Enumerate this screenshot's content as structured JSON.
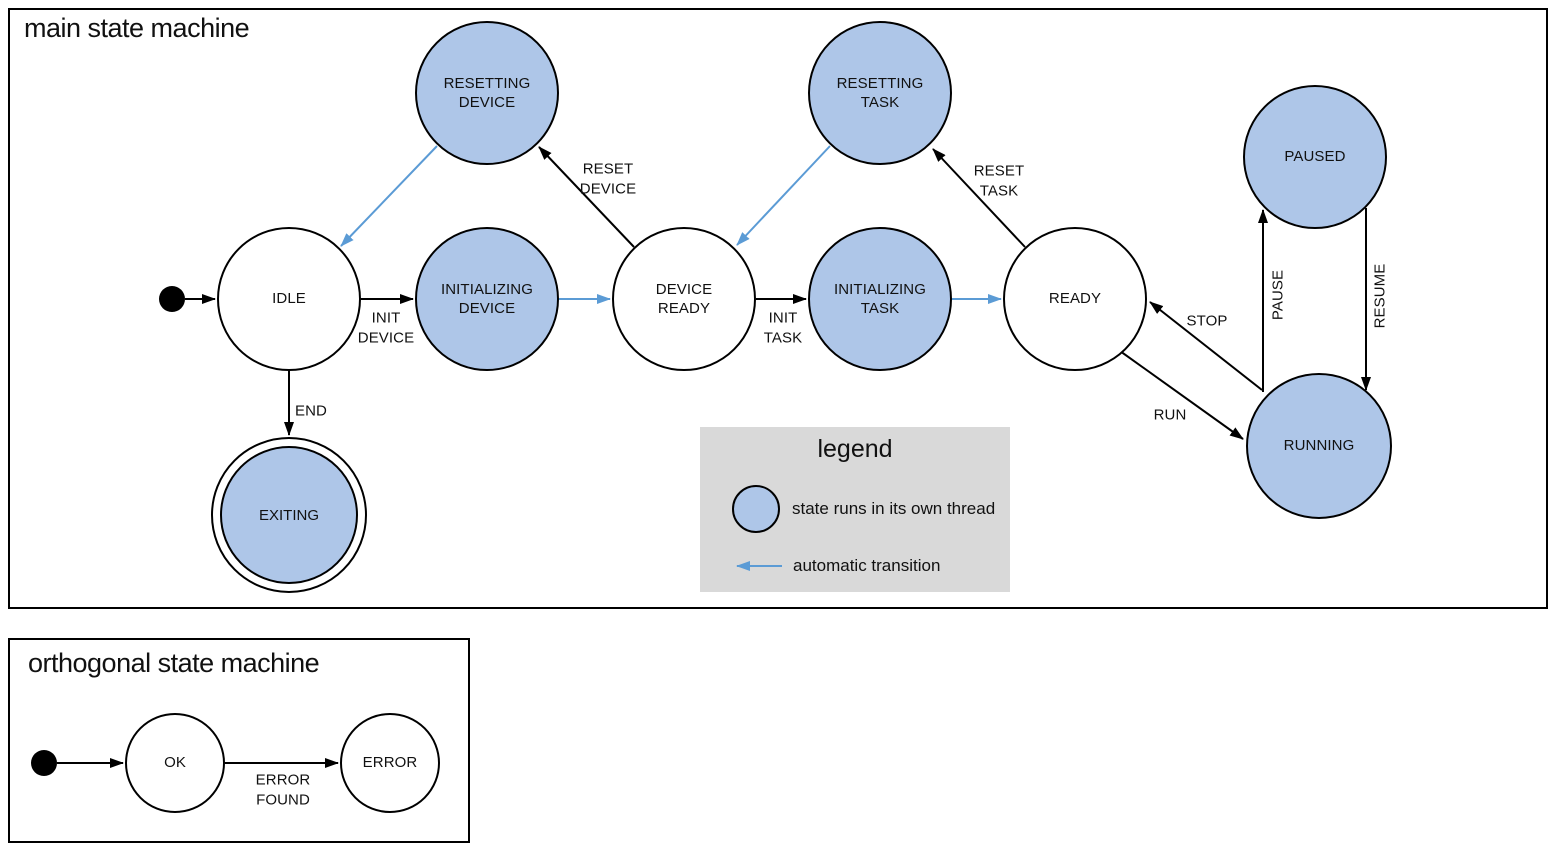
{
  "main": {
    "title": "main state machine",
    "states": {
      "resetting_device": "RESETTING\nDEVICE",
      "resetting_task": "RESETTING\nTASK",
      "paused": "PAUSED",
      "idle": "IDLE",
      "initializing_device": "INITIALIZING\nDEVICE",
      "device_ready": "DEVICE\nREADY",
      "initializing_task": "INITIALIZING\nTASK",
      "ready": "READY",
      "running": "RUNNING",
      "exiting": "EXITING"
    },
    "transitions": {
      "init_device": "INIT\nDEVICE",
      "reset_device": "RESET\nDEVICE",
      "init_task": "INIT\nTASK",
      "reset_task": "RESET\nTASK",
      "stop": "STOP",
      "run": "RUN",
      "pause": "PAUSE",
      "resume": "RESUME",
      "end": "END"
    }
  },
  "legend": {
    "title": "legend",
    "thread_label": "state runs in its own thread",
    "auto_label": "automatic transition"
  },
  "orthogonal": {
    "title": "orthogonal state machine",
    "states": {
      "ok": "OK",
      "error": "ERROR"
    },
    "transitions": {
      "error_found": "ERROR\nFOUND"
    }
  },
  "colors": {
    "threaded_state_fill": "#aec6e8",
    "automatic_transition_blue": "#5b9bd5",
    "legend_background": "#d9d9d9",
    "line_black": "#000000"
  }
}
